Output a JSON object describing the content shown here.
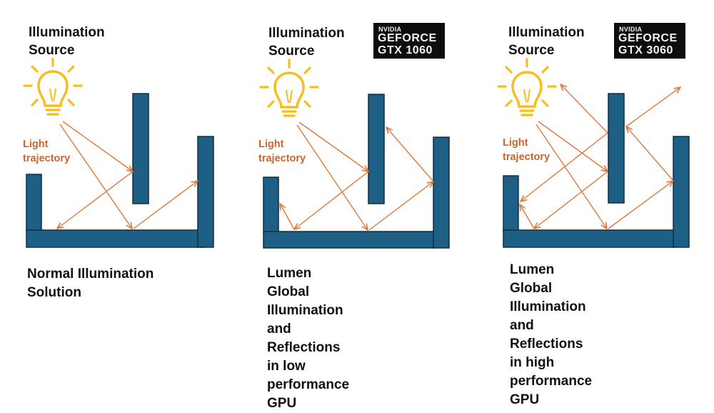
{
  "colors": {
    "wall": "#1e5f86",
    "wall_border": "#0f2f45",
    "ray": "#e0783a",
    "bulb": "#f7bd1a",
    "label": "#c9662c"
  },
  "icons": {
    "light_source": "lightbulb-icon"
  },
  "panels": [
    {
      "source_label": [
        "Illumination",
        "Source"
      ],
      "light_label": [
        "Light",
        "trajectory"
      ],
      "caption": [
        "Normal Illumination",
        "Solution"
      ],
      "gpu": null
    },
    {
      "source_label": [
        "Illumination",
        "Source"
      ],
      "light_label": [
        "Light",
        "trajectory"
      ],
      "caption": [
        "Lumen Global Illumination",
        "and Reflections in low",
        "performance GPU"
      ],
      "gpu": {
        "brand": "NVIDIA",
        "product": "GEFORCE",
        "model": "GTX 1060"
      }
    },
    {
      "source_label": [
        "Illumination",
        "Source"
      ],
      "light_label": [
        "Light",
        "trajectory"
      ],
      "caption": [
        "Lumen Global Illumination",
        "and Reflections in high",
        "performance GPU"
      ],
      "gpu": {
        "brand": "NVIDIA",
        "product": "GEFORCE",
        "model": "GTX 3060"
      }
    }
  ]
}
